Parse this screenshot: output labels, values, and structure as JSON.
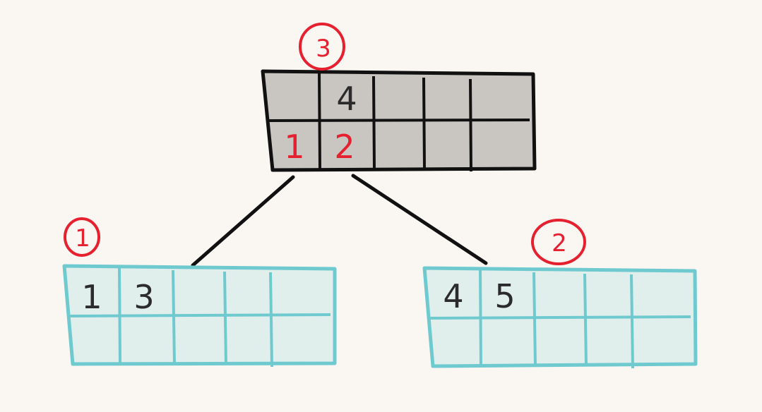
{
  "colors": {
    "background": "#faf7f3",
    "root_fill": "#c9c6c2",
    "root_stroke": "#111111",
    "leaf_fill": "#e0eeec",
    "leaf_stroke": "#6fcad0",
    "edge": "#111111",
    "dark_text": "#2b2b2b",
    "red_text": "#e5202f"
  },
  "root_node": {
    "badge": "3",
    "top_row": [
      "",
      "4",
      "",
      "",
      ""
    ],
    "bottom_row": [
      "1",
      "2",
      "",
      "",
      ""
    ]
  },
  "left_leaf": {
    "badge": "1",
    "top_row": [
      "1",
      "3",
      "",
      "",
      ""
    ],
    "bottom_row": [
      "",
      "",
      "",
      "",
      ""
    ]
  },
  "right_leaf": {
    "badge": "2",
    "top_row": [
      "4",
      "5",
      "",
      "",
      ""
    ],
    "bottom_row": [
      "",
      "",
      "",
      "",
      ""
    ]
  }
}
